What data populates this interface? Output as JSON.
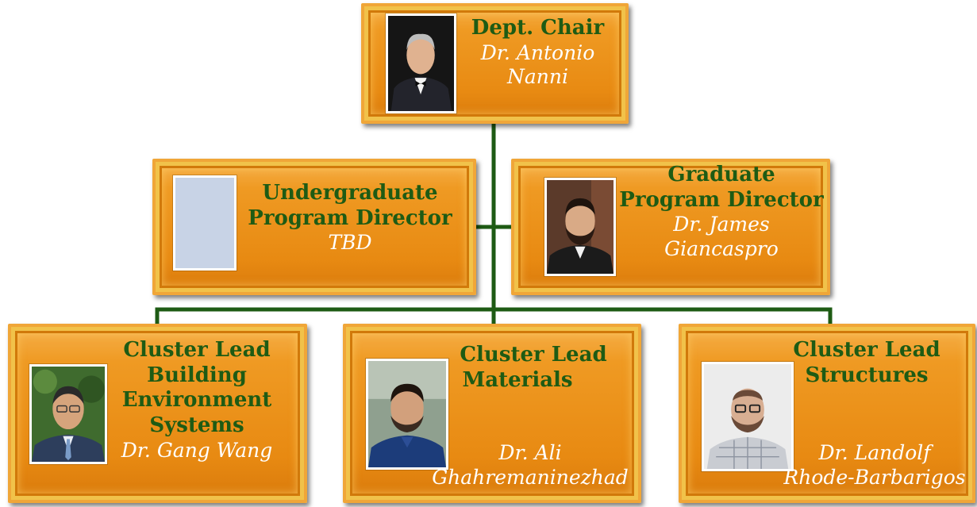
{
  "chair": {
    "title_line1": "Dept. Chair",
    "name_line1": "Dr. Antonio",
    "name_line2": "Nanni"
  },
  "undergrad": {
    "title_line1": "Undergraduate",
    "title_line2": "Program Director",
    "name": "TBD"
  },
  "graduate": {
    "title_line1": "Graduate",
    "title_line2": "Program Director",
    "name_line1": "Dr. James",
    "name_line2": "Giancaspro"
  },
  "cluster_building": {
    "title_line1": "Cluster Lead",
    "title_line2": "Building",
    "title_line3": "Environment",
    "title_line4": "Systems",
    "name": "Dr. Gang Wang"
  },
  "cluster_materials": {
    "title_line1": "Cluster Lead",
    "title_line2": "Materials",
    "name_line1": "Dr. Ali",
    "name_line2": "Ghahremaninezhad"
  },
  "cluster_structures": {
    "title_line1": "Cluster Lead",
    "title_line2": "Structures",
    "name_line1": "Dr. Landolf",
    "name_line2": "Rhode-Barbarigos"
  },
  "colors": {
    "connector": "#1e5b14",
    "box_fill": "#ee9620",
    "title_text": "#1e5b14",
    "name_text": "#ffffff",
    "placeholder_photo": "#c8d3e6"
  }
}
